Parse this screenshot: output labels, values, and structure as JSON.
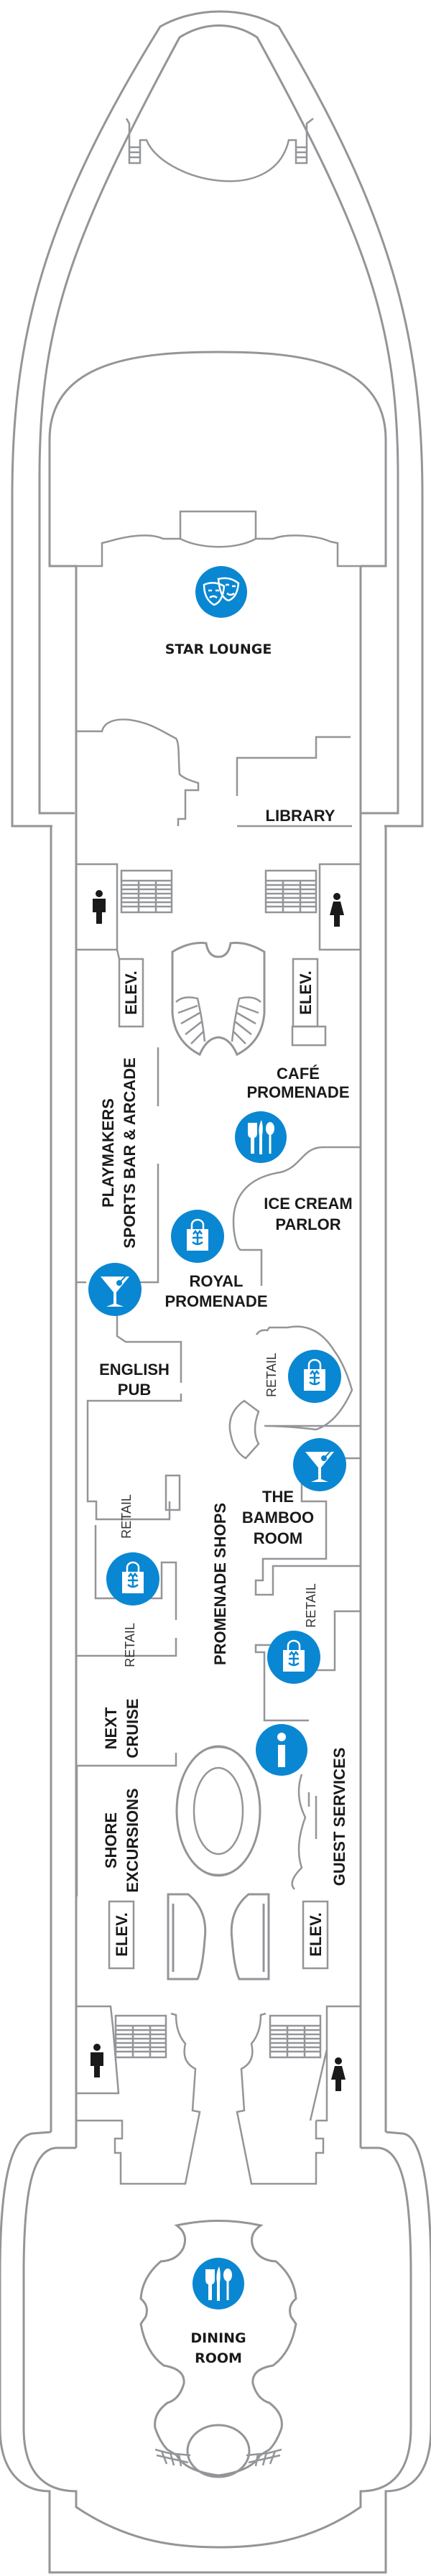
{
  "colors": {
    "icon_blue": "#0a87d2",
    "wall_gray": "#939598",
    "label": "#1a1a1a"
  },
  "venues": {
    "star_lounge": "STAR LOUNGE",
    "library": "LIBRARY",
    "cafe_promenade": [
      "CAFÉ",
      "PROMENADE"
    ],
    "playmakers": [
      "PLAYMAKERS",
      "SPORTS BAR & ARCADE"
    ],
    "ice_cream_parlor": [
      "ICE CREAM",
      "PARLOR"
    ],
    "royal_promenade": [
      "ROYAL",
      "PROMENADE"
    ],
    "english_pub": [
      "ENGLISH",
      "PUB"
    ],
    "bamboo_room": [
      "THE",
      "BAMBOO",
      "ROOM"
    ],
    "promenade_shops": "PROMENADE SHOPS",
    "next_cruise": [
      "NEXT",
      "CRUISE"
    ],
    "shore_excursions": [
      "SHORE",
      "EXCURSIONS"
    ],
    "guest_services": "GUEST SERVICES",
    "dining_room": [
      "DINING",
      "ROOM"
    ],
    "retail": "RETAIL",
    "elevator": "ELEV."
  },
  "icons": [
    "theater-masks-icon",
    "dining-icon",
    "shopping-bag-icon",
    "cocktail-icon",
    "info-icon",
    "mens-restroom-icon",
    "womens-restroom-icon"
  ]
}
